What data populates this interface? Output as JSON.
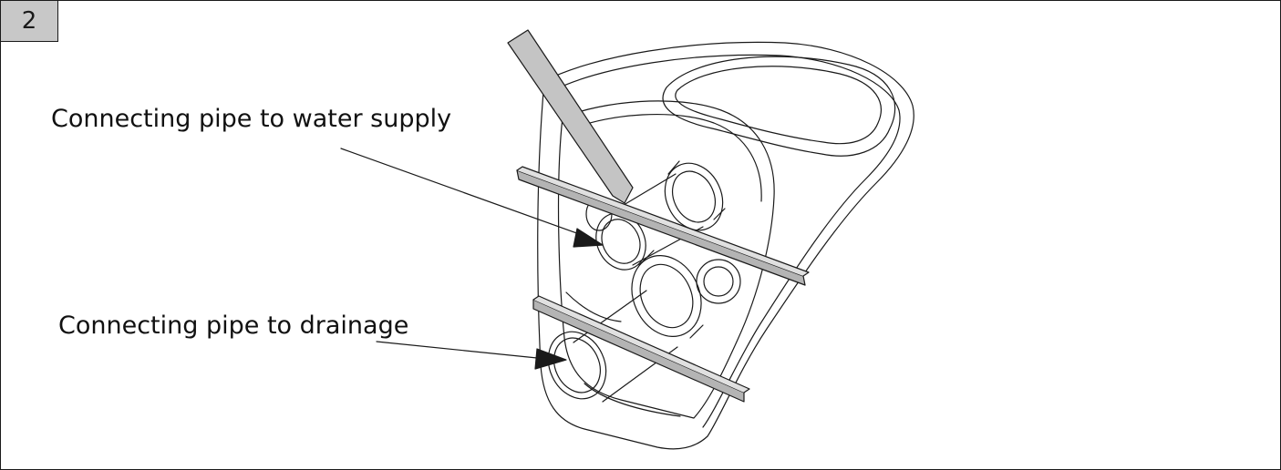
{
  "step": {
    "number": "2"
  },
  "callouts": [
    {
      "id": "water",
      "label": "Connecting pipe to water supply"
    },
    {
      "id": "drain",
      "label": "Connecting pipe to drainage"
    }
  ],
  "colors": {
    "outline": "#1a1a1a",
    "badge_fill": "#c8c8c8",
    "strip_fill": "#b4b4b4",
    "tool_fill": "#c4c4c4",
    "arrow_fill": "#1a1a1a"
  }
}
